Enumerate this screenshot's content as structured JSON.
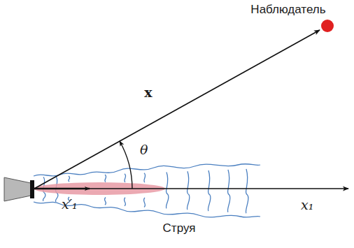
{
  "diagram": {
    "labels": [
      "Наблюдатель",
      "x",
      "θ",
      "x₁",
      "x′₁",
      "Струя"
    ]
  }
}
